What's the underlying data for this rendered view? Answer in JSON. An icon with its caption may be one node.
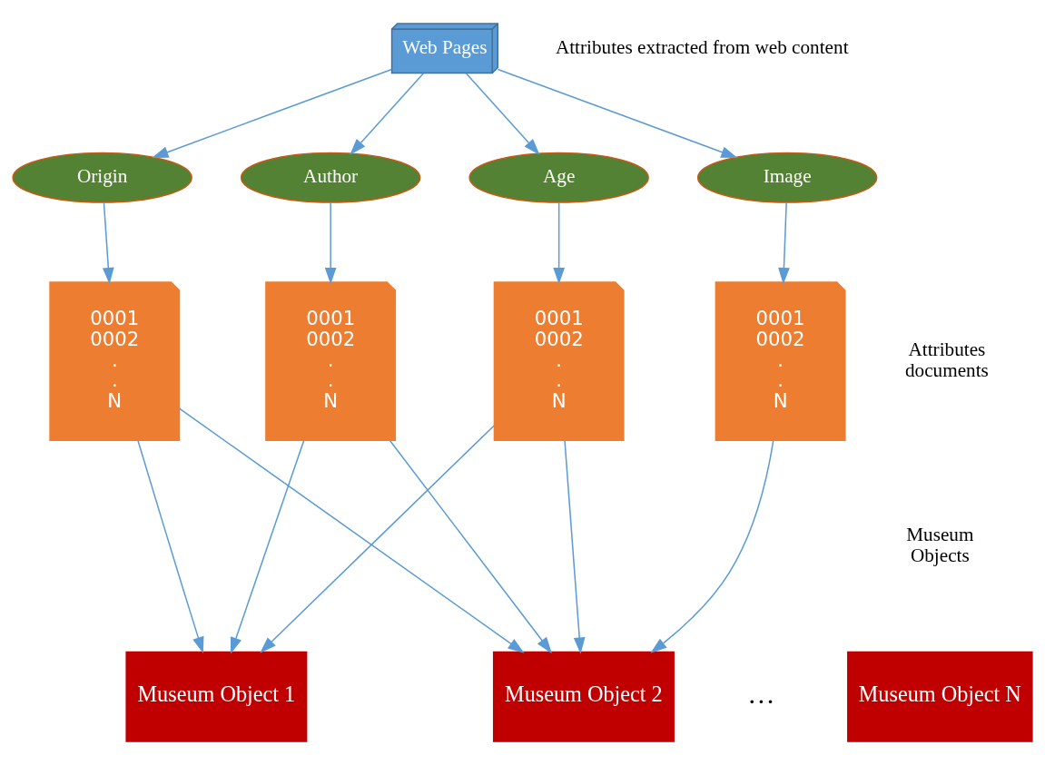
{
  "diagram": {
    "nodes": [
      {
        "text": [
          "Web Pages"
        ]
      },
      {
        "text": [
          "Age"
        ]
      },
      {
        "text": [
          "Author"
        ]
      },
      {
        "text": [
          "Origin"
        ]
      },
      {
        "text": [
          "Image"
        ]
      },
      {
        "text": [
          "0001 0002 . . N"
        ]
      },
      {
        "text": [
          "0001 0002 . . N"
        ]
      },
      {
        "text": [
          "0001 0002 . . N"
        ]
      },
      {
        "text": [
          "0001 0002 . . N"
        ]
      },
      {
        "text": [
          "Museum Object 1"
        ]
      },
      {
        "text": [
          "Museum Object 2"
        ]
      },
      {
        "text": [
          "Museum Object N"
        ]
      }
    ],
    "edges": [
      {
        "from": 0,
        "to": 1,
        "arrow": "to"
      },
      {
        "from": 0,
        "to": 2,
        "arrow": "to"
      },
      {
        "from": 0,
        "to": 3,
        "arrow": "to"
      },
      {
        "from": 0,
        "to": 4,
        "arrow": "to"
      },
      {
        "from": 1,
        "to": 5,
        "arrow": "to"
      },
      {
        "from": 2,
        "to": 6,
        "arrow": "to"
      },
      {
        "from": 3,
        "to": 7,
        "arrow": "to"
      },
      {
        "from": 4,
        "to": 8,
        "arrow": "to"
      },
      {
        "from": 5,
        "to": 9,
        "arrow": "to"
      },
      {
        "from": 5,
        "to": 10,
        "arrow": "to"
      },
      {
        "from": 6,
        "to": 9,
        "arrow": "to"
      },
      {
        "from": 6,
        "to": 10,
        "arrow": "to"
      },
      {
        "from": 7,
        "to": 9,
        "arrow": "to"
      },
      {
        "from": 7,
        "to": 10,
        "arrow": "to"
      },
      {
        "from": 8,
        "to": 10,
        "arrow": "to"
      }
    ],
    "labels": [
      "Attributes extracted from web content",
      "Attributes documents",
      "Museum Objects",
      "…"
    ]
  }
}
